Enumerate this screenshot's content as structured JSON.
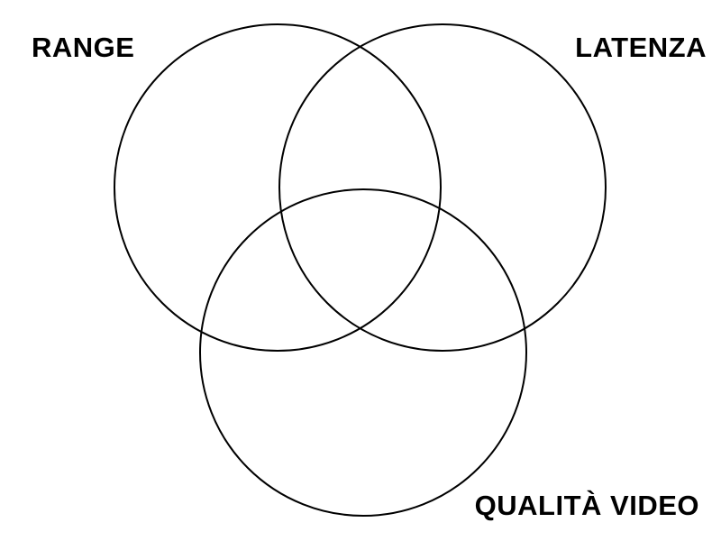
{
  "diagram": {
    "type": "venn",
    "sets": [
      {
        "id": "range",
        "label": "RANGE"
      },
      {
        "id": "latenza",
        "label": "LATENZA"
      },
      {
        "id": "qualita_video",
        "label": "QUALITÀ VIDEO"
      }
    ],
    "colors": {
      "stroke": "#000000",
      "background": "#ffffff",
      "text": "#000000"
    }
  }
}
